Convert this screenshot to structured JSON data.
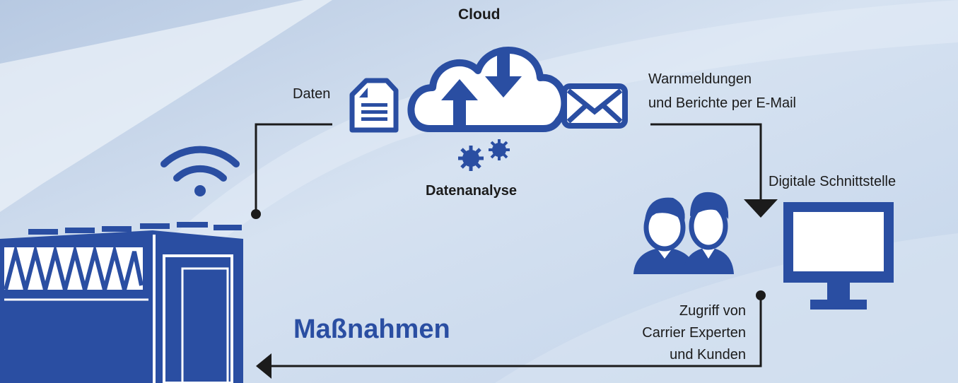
{
  "labels": {
    "cloud": "Cloud",
    "daten": "Daten",
    "warn_line1": "Warnmeldungen",
    "warn_line2": "und Berichte per E-Mail",
    "digital": "Digitale Schnittstelle",
    "analyse": "Datenanalyse",
    "zugriff_line1": "Zugriff von",
    "zugriff_line2": "Carrier Experten",
    "zugriff_line3": "und Kunden",
    "massnahmen": "Maßnahmen"
  },
  "colors": {
    "icon_blue": "#2a4ea2",
    "line_dark": "#1b1b1b",
    "background": "#c9d8ec"
  }
}
